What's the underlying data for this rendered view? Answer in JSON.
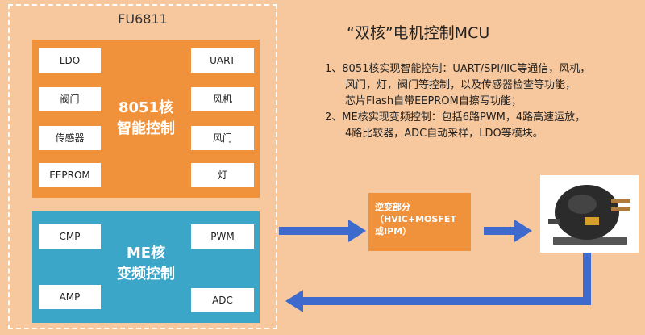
{
  "chip": {
    "title": "FU6811"
  },
  "core_8051": {
    "label_line1": "8051核",
    "label_line2": "智能控制",
    "left_items": [
      "LDO",
      "阀门",
      "传感器",
      "EEPROM"
    ],
    "right_items": [
      "UART",
      "风机",
      "风门",
      "灯"
    ]
  },
  "core_me": {
    "label_line1": "ME核",
    "label_line2": "变频控制",
    "left_items": [
      "CMP",
      "AMP"
    ],
    "right_items": [
      "PWM",
      "ADC"
    ]
  },
  "main_title": "“双核”电机控制MCU",
  "description": {
    "line1": "1、8051核实现智能控制：UART/SPI/IIC等通信，风机，",
    "line2": "风门，灯，阀门等控制，以及传感器检查等功能，",
    "line3": "芯片Flash自带EEPROM自擦写功能；",
    "line4": "2、ME核实现变频控制：包括6路PWM，4路高速运放，",
    "line5": "4路比较器，ADC自动采样，LDO等模块。"
  },
  "inverter": {
    "line1": "逆变部分",
    "line2": "（HVIC+MOSFET",
    "line3": "或IPM）"
  },
  "colors": {
    "background": "#F7C89E",
    "core_8051": "#F0923C",
    "core_me": "#3BA6C8",
    "arrow": "#3E6ACD"
  }
}
